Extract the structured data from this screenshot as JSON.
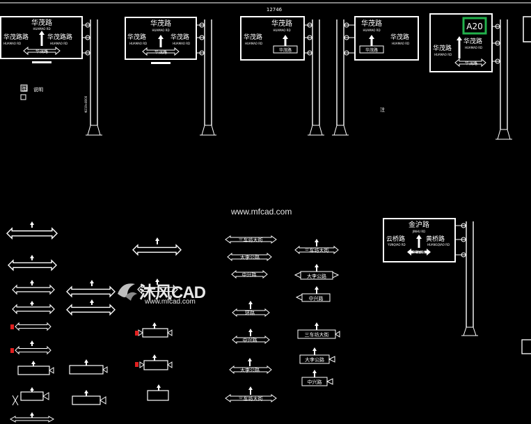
{
  "drawing": {
    "dimension_top": "12746",
    "pole_spec": "Φ219×8000",
    "signs": [
      {
        "road_main": "华茂路",
        "road_main_en": "HUAMAO RD",
        "left_road": "华茂路路",
        "left_road_en": "HUAMAO RD",
        "right_road": "华茂路路",
        "right_road_en": "HUAMAO RD",
        "ahead": "华茂路"
      },
      {
        "road_main": "华茂路",
        "road_main_en": "HUAMAO RD",
        "left_road": "华茂路",
        "left_road_en": "HUAMAO RD",
        "right_road": "华茂路",
        "right_road_en": "HUAMAO RD",
        "ahead": "华茂路"
      },
      {
        "road_main": "华茂路",
        "road_main_en": "HUAMAO RD",
        "left_road": "华茂路",
        "left_road_en": "HUAMAO RD",
        "ahead": "华茂路"
      },
      {
        "road_main": "华茂路",
        "road_main_en": "HUAMAO RD",
        "right_road": "华茂路",
        "right_road_en": "HUAMAO RD",
        "ahead": "华茂路"
      },
      {
        "route_badge": "A20",
        "left_road": "华茂路",
        "left_road_en": "HUAMAO RD",
        "right_road": "华茂路",
        "right_road_en": "HUAMAO RD",
        "ahead": "华茂路"
      }
    ],
    "large_sign": {
      "road_main": "金沪路",
      "road_main_en": "JINHU RD",
      "left_road": "云桥路",
      "left_road_en": "YUNQIAO RD",
      "right_road": "黄桥路",
      "right_road_en": "HUANGQIAO RD",
      "ahead": "金沪路"
    },
    "column_signs": {
      "col3": [
        "三车坊大街",
        "大李公路",
        "中兴路",
        "环路",
        "中兴路",
        "大李公路",
        "三车坊大街"
      ],
      "col4": [
        "三车坊大街",
        "大李公路",
        "中兴路",
        "三车坊大街",
        "大李公路",
        "中兴路"
      ]
    },
    "legend_a": "图",
    "legend_b": "说明",
    "small_note": "注"
  },
  "watermark": {
    "url_top": "www.mfcad.com",
    "logo_text": "沐风CAD",
    "logo_url": "www.mfcad.com"
  }
}
